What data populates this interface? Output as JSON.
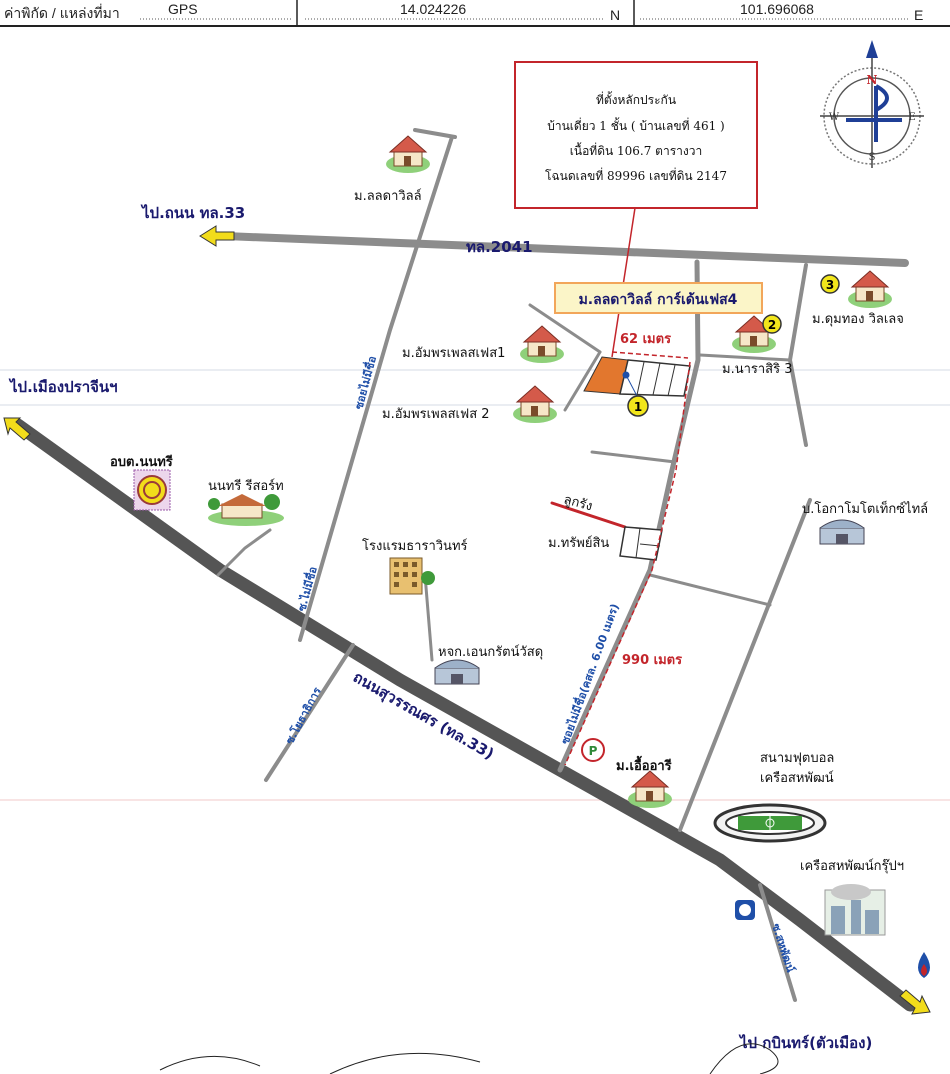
{
  "header": {
    "coord_label": "ค่าพิกัด / แหล่งที่มา",
    "source": "GPS",
    "latitude": "14.024226",
    "lat_dir": "N",
    "longitude": "101.696068",
    "lon_dir": "E"
  },
  "info_box": {
    "line1": "ที่ตั้งหลักประกัน",
    "line2": "บ้านเดี่ยว 1 ชั้น ( บ้านเลขที่ 461 )",
    "line3": "เนื้อที่ดิน 106.7 ตารางวา",
    "line4": "โฉนดเลขที่ 89996 เลขที่ดิน 2147"
  },
  "compass": {
    "n": "N",
    "s": "S",
    "e": "E",
    "w": "W"
  },
  "project_label": "ม.ลลดาวิลล์ การ์เด้นเฟส4",
  "roads": {
    "to_road33": "ไป.ถนน ทล.33",
    "rt2041": "ทล.2041",
    "to_prachin": "ไป.เมืองปราจีนฯ",
    "to_kabin": "ไป กบินทร์(ตัวเมือง)",
    "suwannason": "ถนนสุวรรณศร (ทล.33)",
    "soi_mai_mi_chue": "ซอยไม่มีชื่อ",
    "soi_mai_mi_chue_2": "ซ.ไม่มีชื่อ",
    "soi_yothathikan": "ซ.โยธาธิการ",
    "soi_width": "ซอยไม่มีชื่อ(คสล. 6.00 เมตร)",
    "soi_sahaphat": "ซ.สหพัฒน์"
  },
  "distances": {
    "d62": "62 เมตร",
    "d990": "990 เมตร"
  },
  "places": {
    "lalada": "ม.ลลดาวิลล์",
    "amphorn1": "ม.อัมพรเพลสเฟส1",
    "amphorn2": "ม.อัมพรเพลสเฟส 2",
    "abt": "อบต.นนทรี",
    "resort": "นนทรี รีสอร์ท",
    "hotel": "โรงแรมธาราวินทร์",
    "hardware": "หจก.เอนกรัตน์วัสดุ",
    "ua_ari": "ม.เอื้ออารี",
    "sap_sin": "ม.ทรัพย์สิน",
    "luk_rang": "ลูกรัง",
    "narasiri": "ม.นาราสิริ 3",
    "dumthong": "ม.ดุมทอง วิลเลจ",
    "oka": "บ.โอกาโมโตเท็กซ์ไทล์",
    "stadium_1": "สนามฟุตบอล",
    "stadium_2": "เครือสหพัฒน์",
    "saha_group": "เครือสหพัฒน์กรุ๊ปฯ"
  },
  "markers": {
    "m1": "1",
    "m2": "2",
    "m3": "3"
  },
  "colors": {
    "road": "#8c8c8c",
    "arrow": "#f2dc1b",
    "distance": "#c3252b",
    "info_border": "#c3252b",
    "project_bg": "#fbf5c8",
    "plot": "#e2772e",
    "label_blue": "#1f4fa8"
  }
}
